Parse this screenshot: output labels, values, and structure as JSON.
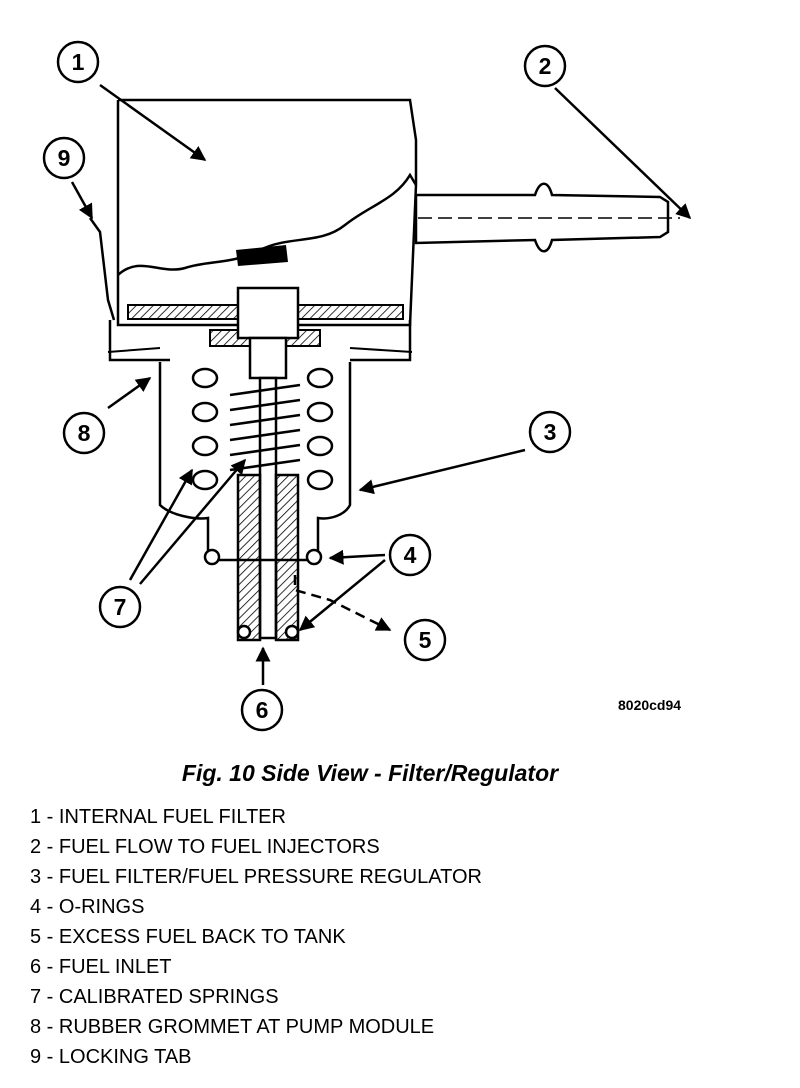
{
  "callouts": [
    {
      "id": "1",
      "text": "1"
    },
    {
      "id": "2",
      "text": "2"
    },
    {
      "id": "3",
      "text": "3"
    },
    {
      "id": "4",
      "text": "4"
    },
    {
      "id": "5",
      "text": "5"
    },
    {
      "id": "6",
      "text": "6"
    },
    {
      "id": "7",
      "text": "7"
    },
    {
      "id": "8",
      "text": "8"
    },
    {
      "id": "9",
      "text": "9"
    }
  ],
  "figure_code": "8020cd94",
  "caption": "Fig. 10 Side View - Filter/Regulator",
  "legend": [
    "1 - INTERNAL FUEL FILTER",
    "2 - FUEL FLOW TO FUEL INJECTORS",
    "3 - FUEL FILTER/FUEL PRESSURE REGULATOR",
    "4 - O-RINGS",
    "5 - EXCESS FUEL BACK TO TANK",
    "6 - FUEL INLET",
    "7 - CALIBRATED SPRINGS",
    "8 - RUBBER GROMMET AT PUMP MODULE",
    "9 - LOCKING TAB"
  ]
}
